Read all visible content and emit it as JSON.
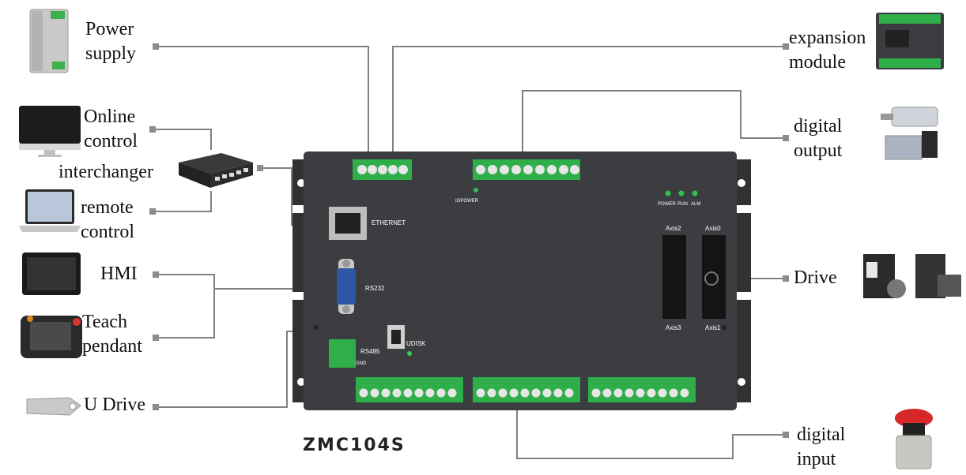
{
  "labels": {
    "power_supply": "Power\nsupply",
    "online_control": "Online\ncontrol",
    "interchanger": "interchanger",
    "remote_control": "remote\ncontrol",
    "hmi": "HMI",
    "teach_pendant": "Teach\npendant",
    "u_drive": "U Drive",
    "expansion_module": "expansion\nmodule",
    "digital_output": "digital\noutput",
    "drive": "Drive",
    "digital_input": "digital\ninput"
  },
  "model": "ZMC104S",
  "board": {
    "ethernet": "ETHERNET",
    "rs232": "RS232",
    "rs485": "RS485",
    "udisk": "UDISK",
    "iopower": "IOPOWER",
    "power": "POWER",
    "run": "RUN",
    "alm": "ALM",
    "axis0": "Axis0",
    "axis1": "Axis1",
    "axis2": "Axis2",
    "axis3": "Axis3",
    "gnd": "GND"
  },
  "colors": {
    "board": "#3b3d40",
    "terminal": "#2fae4a",
    "connector_line": "#7d7d7d"
  }
}
